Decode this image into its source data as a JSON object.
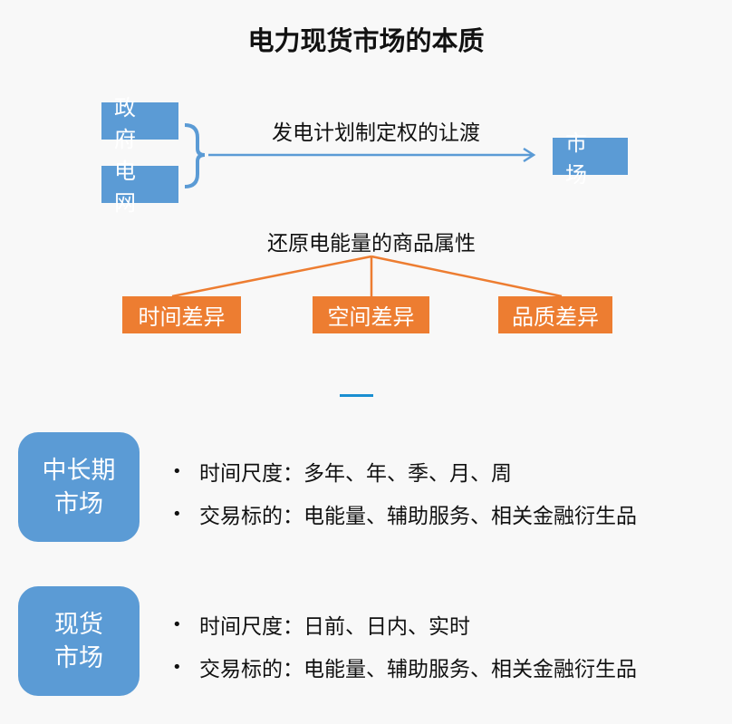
{
  "title": "电力现货市场的本质",
  "top": {
    "gov": "政府",
    "grid": "电网",
    "transfer": "发电计划制定权的让渡",
    "market": "市场"
  },
  "middle": {
    "heading": "还原电能量的商品属性",
    "items": [
      "时间差异",
      "空间差异",
      "品质差异"
    ]
  },
  "sections": [
    {
      "label1": "中长期",
      "label2": "市场",
      "rows": [
        "时间尺度：多年、年、季、月、周",
        "交易标的：电能量、辅助服务、相关金融衍生品"
      ]
    },
    {
      "label1": "现货",
      "label2": "市场",
      "rows": [
        "时间尺度：日前、日内、实时",
        "交易标的：电能量、辅助服务、相关金融衍生品"
      ]
    }
  ],
  "colors": {
    "blue": "#5b9bd5",
    "orange": "#ed7d31",
    "divider": "#1a8fd1"
  }
}
